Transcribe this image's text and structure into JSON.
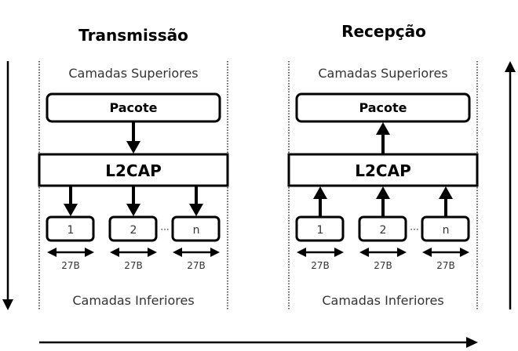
{
  "panels": [
    {
      "title": "Transmissão",
      "direction": "down",
      "upper_layer": "Camadas Superiores",
      "lower_layer": "Camadas Inferiores",
      "packet_label": "Pacote",
      "protocol_label": "L2CAP",
      "fragments": [
        "1",
        "2",
        "n"
      ],
      "ellipsis": "···",
      "fragment_size": "27B"
    },
    {
      "title": "Recepção",
      "direction": "up",
      "upper_layer": "Camadas Superiores",
      "lower_layer": "Camadas Inferiores",
      "packet_label": "Pacote",
      "protocol_label": "L2CAP",
      "fragments": [
        "1",
        "2",
        "n"
      ],
      "ellipsis": "···",
      "fragment_size": "27B"
    }
  ],
  "flow_arrows": {
    "left": "down",
    "right": "up",
    "bottom": "right"
  },
  "colors": {
    "stroke": "#000000",
    "text": "#333333",
    "background": "#ffffff"
  }
}
